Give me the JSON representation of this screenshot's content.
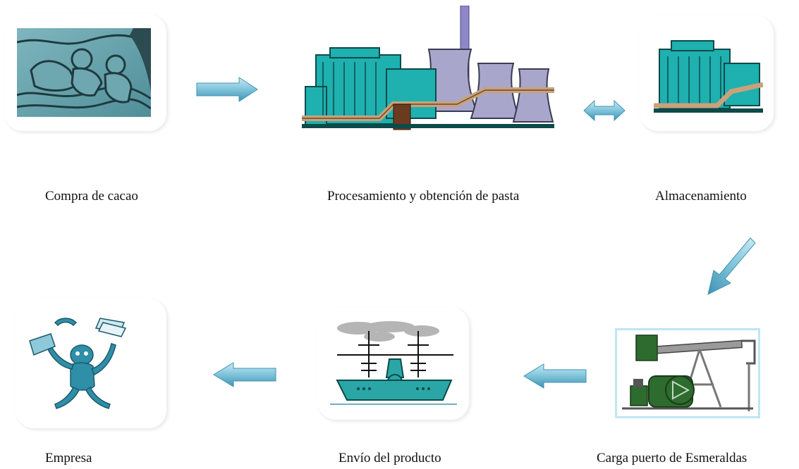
{
  "steps": [
    {
      "label": "Compra de cacao"
    },
    {
      "label": "Procesamiento y obtención de pasta"
    },
    {
      "label": "Almacenamiento"
    },
    {
      "label": "Carga puerto de Esmeraldas"
    },
    {
      "label": "Envío del producto"
    },
    {
      "label": "Empresa"
    }
  ],
  "colors": {
    "arrow_light": "#9fd4e6",
    "arrow_dark": "#3f93b3",
    "factory_teal": "#1fb0b0",
    "tower_lilac": "#a9a6cc",
    "ship_teal": "#2aa6a6",
    "pump_green": "#2e6b2e",
    "figure_blue": "#2f8ea8"
  },
  "icons": [
    "farmers-picture",
    "factory-picture",
    "warehouse-picture",
    "oil-pump-picture",
    "ship-picture",
    "office-worker-picture"
  ]
}
